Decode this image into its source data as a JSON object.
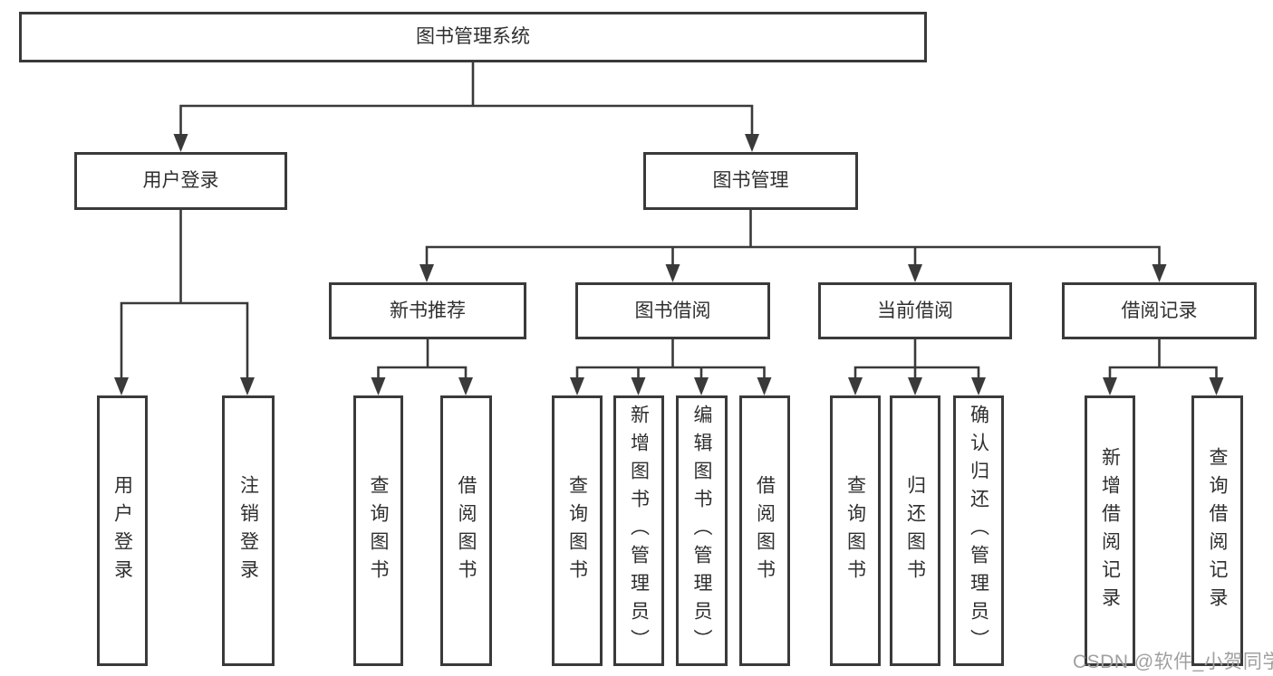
{
  "diagram": {
    "colors": {
      "background": "#ffffff",
      "line": "#3a3a3a",
      "border": "#3a3a3a",
      "box_background": "#ffffff",
      "text": "#2f2f2f",
      "watermark": "#a0a0a0"
    },
    "nodes": {
      "root": "图书管理系统",
      "user_login_branch": "用户登录",
      "book_management": "图书管理",
      "user_login": "用户登录",
      "logout": "注销登录",
      "new_book_recommend": "新书推荐",
      "book_borrowing": "图书借阅",
      "current_borrowing": "当前借阅",
      "borrowing_records": "借阅记录",
      "query_book_1": "查询图书",
      "borrow_book_1": "借阅图书",
      "query_book_2": "查询图书",
      "add_book_admin": "新增图书（管理员）",
      "edit_book_admin": "编辑图书（管理员）",
      "borrow_book_2": "借阅图书",
      "query_book_3": "查询图书",
      "return_book": "归还图书",
      "confirm_return_admin": "确认归还（管理员）",
      "add_borrow_record": "新增借阅记录",
      "query_borrow_record": "查询借阅记录"
    },
    "hierarchy": {
      "图书管理系统": [
        "用户登录",
        "图书管理"
      ],
      "用户登录": [
        "用户登录",
        "注销登录"
      ],
      "图书管理": [
        "新书推荐",
        "图书借阅",
        "当前借阅",
        "借阅记录"
      ],
      "新书推荐": [
        "查询图书",
        "借阅图书"
      ],
      "图书借阅": [
        "查询图书",
        "新增图书（管理员）",
        "编辑图书（管理员）",
        "借阅图书"
      ],
      "当前借阅": [
        "查询图书",
        "归还图书",
        "确认归还（管理员）"
      ],
      "借阅记录": [
        "新增借阅记录",
        "查询借阅记录"
      ]
    },
    "watermark": "CSDN @软件_小贺同学"
  }
}
